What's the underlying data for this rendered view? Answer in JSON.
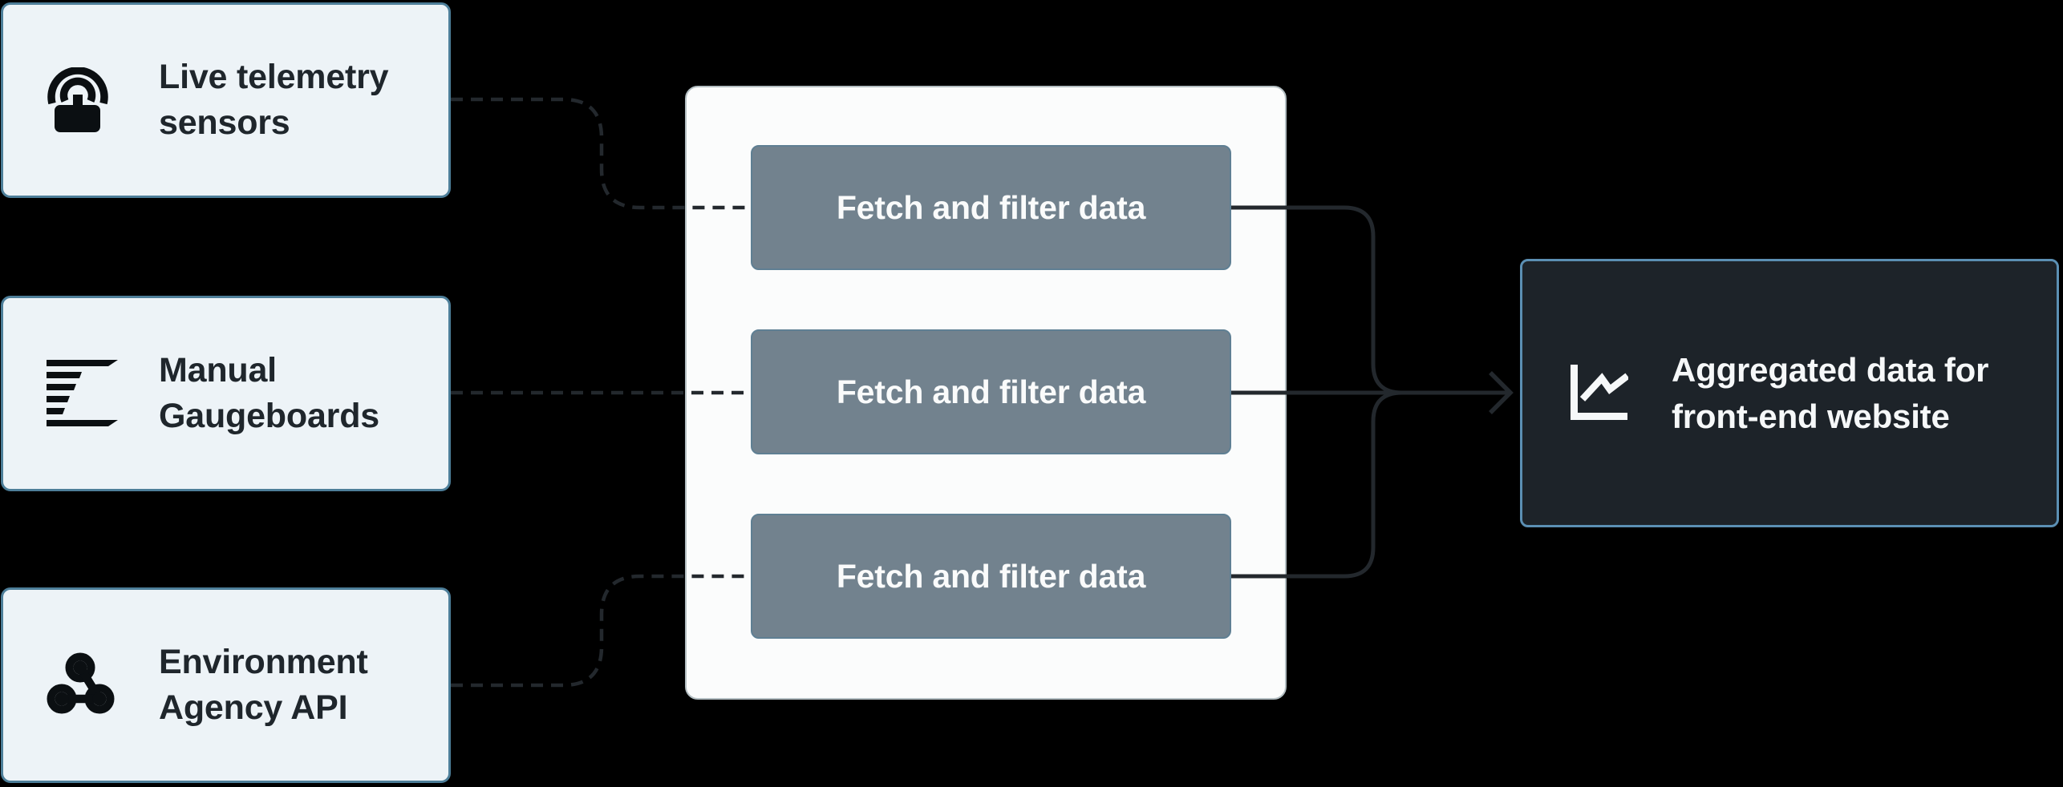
{
  "diagram": {
    "sources": [
      {
        "label": "Live telemetry sensors",
        "icon": "telemetry-sensor-icon"
      },
      {
        "label": "Manual Gaugeboards",
        "icon": "gaugeboard-icon"
      },
      {
        "label": "Environment Agency API",
        "icon": "webhook-icon"
      }
    ],
    "pipeline": {
      "steps": [
        {
          "label": "Fetch and filter data"
        },
        {
          "label": "Fetch and filter data"
        },
        {
          "label": "Fetch and filter data"
        }
      ]
    },
    "output": {
      "label": "Aggregated data for front-end website",
      "icon": "chart-line-icon"
    }
  },
  "colors": {
    "bg": "#000000",
    "source-fill": "#edf3f7",
    "source-border": "#4d7e99",
    "source-text": "#1f262c",
    "panel-fill": "#fbfcfc",
    "panel-border": "#b3bec2",
    "step-fill": "#72828e",
    "step-border": "#5f7f93",
    "step-text": "#fafbfb",
    "output-fill": "#1d2329",
    "output-border": "#5b8fb3",
    "output-text": "#f6f8f9",
    "line": "#23282d"
  }
}
